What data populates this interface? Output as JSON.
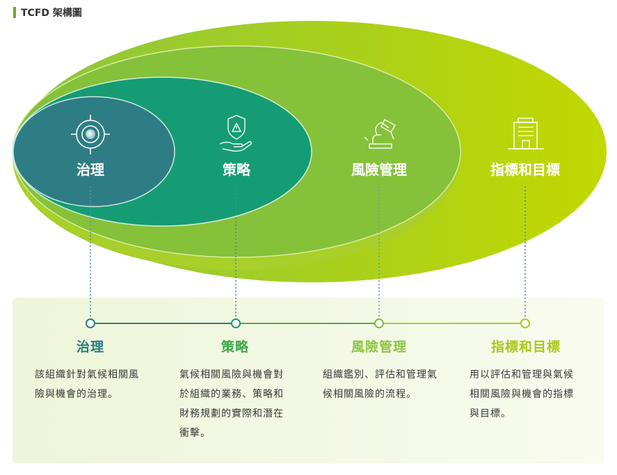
{
  "section_title": "TCFD 架構圖",
  "colors": {
    "accent_bar": "#6aa833",
    "governance": "#2e7d84",
    "strategy": "#169c74",
    "risk": "#8cc63f",
    "metrics": "#b7d400"
  },
  "pillars": [
    {
      "label": "治理",
      "icon": "target-icon",
      "desc": "該組織針對氣候相關風險與機會的治理。"
    },
    {
      "label": "策略",
      "icon": "shield-warning-hand-icon",
      "desc": "氣候相關風險與機會對於組織的業務、策略和財務規劃的實際和潛在衝擊。"
    },
    {
      "label": "風險管理",
      "icon": "lamp-icon",
      "desc": "組織鑑別、評估和管理氣候相關風險的流程。"
    },
    {
      "label": "指標和目標",
      "icon": "building-icon",
      "desc": "用以評估和管理與氣候相關風險與機會的指標與目標。"
    }
  ]
}
